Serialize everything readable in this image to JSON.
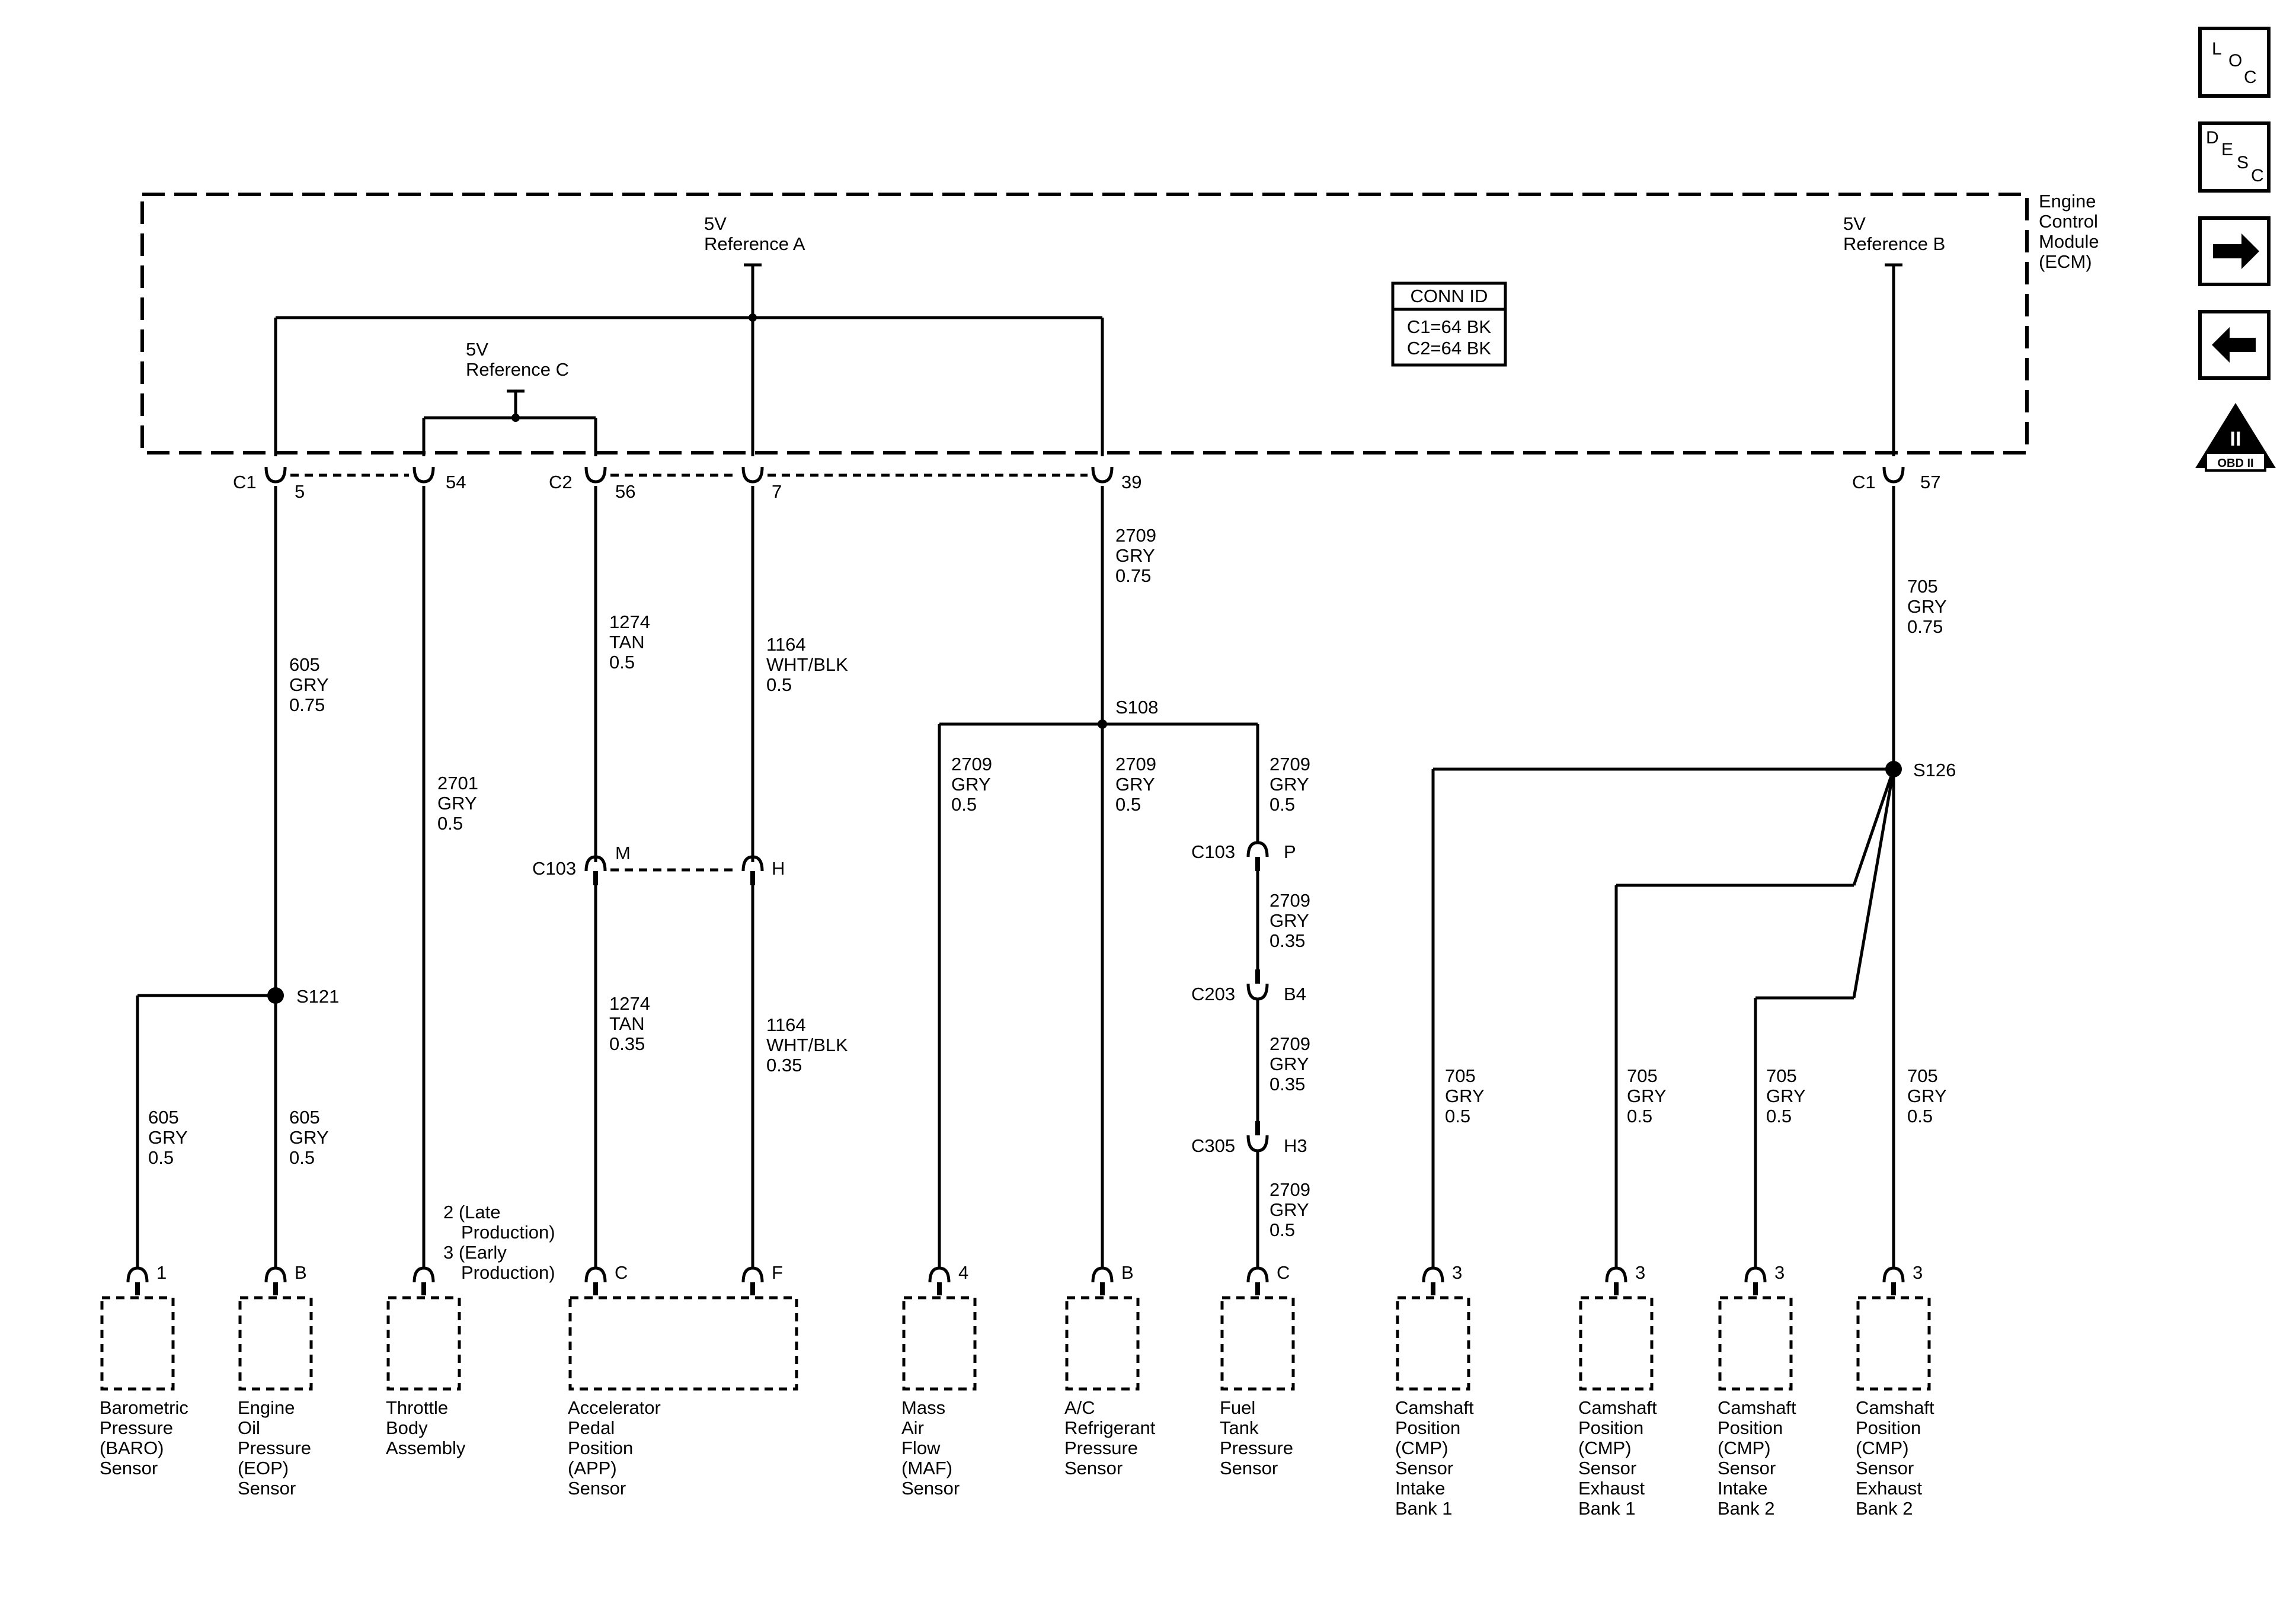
{
  "ecm": {
    "name": [
      "Engine",
      "Control",
      "Module",
      "(ECM)"
    ],
    "ref_a": [
      "5V",
      "Reference A"
    ],
    "ref_b": [
      "5V",
      "Reference B"
    ],
    "ref_c": [
      "5V",
      "Reference C"
    ],
    "conn_id_title": "CONN ID",
    "conn_ids": [
      "C1=64 BK",
      "C2=64 BK"
    ]
  },
  "connectors": {
    "c1": "C1",
    "c2": "C2",
    "c103": "C103",
    "c203": "C203",
    "c305": "C305"
  },
  "pins": {
    "p5": "5",
    "p54": "54",
    "p56": "56",
    "p7": "7",
    "p39": "39",
    "p57": "57",
    "m": "M",
    "h": "H",
    "p": "P",
    "b4": "B4",
    "h3": "H3"
  },
  "splices": {
    "s108": "S108",
    "s121": "S121",
    "s126": "S126"
  },
  "wires": {
    "w605_075": [
      "605",
      "GRY",
      "0.75"
    ],
    "w605_05a": [
      "605",
      "GRY",
      "0.5"
    ],
    "w605_05b": [
      "605",
      "GRY",
      "0.5"
    ],
    "w2701": [
      "2701",
      "GRY",
      "0.5"
    ],
    "w1274_05": [
      "1274",
      "TAN",
      "0.5"
    ],
    "w1274_035": [
      "1274",
      "TAN",
      "0.35"
    ],
    "w1164_05": [
      "1164",
      "WHT/BLK",
      "0.5"
    ],
    "w1164_035": [
      "1164",
      "WHT/BLK",
      "0.35"
    ],
    "w2709_075": [
      "2709",
      "GRY",
      "0.75"
    ],
    "w2709_05a": [
      "2709",
      "GRY",
      "0.5"
    ],
    "w2709_05b": [
      "2709",
      "GRY",
      "0.5"
    ],
    "w2709_05c": [
      "2709",
      "GRY",
      "0.5"
    ],
    "w2709_035a": [
      "2709",
      "GRY",
      "0.35"
    ],
    "w2709_035b": [
      "2709",
      "GRY",
      "0.35"
    ],
    "w2709_05d": [
      "2709",
      "GRY",
      "0.5"
    ],
    "w705_075": [
      "705",
      "GRY",
      "0.75"
    ],
    "w705_a": [
      "705",
      "GRY",
      "0.5"
    ],
    "w705_b": [
      "705",
      "GRY",
      "0.5"
    ],
    "w705_c": [
      "705",
      "GRY",
      "0.5"
    ],
    "w705_d": [
      "705",
      "GRY",
      "0.5"
    ]
  },
  "throttle_pins": [
    "2 (Late",
    "Production)",
    "3 (Early",
    "Production)"
  ],
  "components": [
    {
      "pin": "1",
      "name": [
        "Barometric",
        "Pressure",
        "(BARO)",
        "Sensor"
      ]
    },
    {
      "pin": "B",
      "name": [
        "Engine",
        "Oil",
        "Pressure",
        "(EOP)",
        "Sensor"
      ]
    },
    {
      "pin": "",
      "name": [
        "Throttle",
        "Body",
        "Assembly"
      ]
    },
    {
      "pin": "C",
      "name": [
        "Accelerator",
        "Pedal",
        "Position",
        "(APP)",
        "Sensor"
      ]
    },
    {
      "pin": "F",
      "name": []
    },
    {
      "pin": "4",
      "name": [
        "Mass",
        "Air",
        "Flow",
        "(MAF)",
        "Sensor"
      ]
    },
    {
      "pin": "B",
      "name": [
        "A/C",
        "Refrigerant",
        "Pressure",
        "Sensor"
      ]
    },
    {
      "pin": "C",
      "name": [
        "Fuel",
        "Tank",
        "Pressure",
        "Sensor"
      ]
    },
    {
      "pin": "3",
      "name": [
        "Camshaft",
        "Position",
        "(CMP)",
        "Sensor",
        "Intake",
        "Bank 1"
      ]
    },
    {
      "pin": "3",
      "name": [
        "Camshaft",
        "Position",
        "(CMP)",
        "Sensor",
        "Exhaust",
        "Bank 1"
      ]
    },
    {
      "pin": "3",
      "name": [
        "Camshaft",
        "Position",
        "(CMP)",
        "Sensor",
        "Intake",
        "Bank 2"
      ]
    },
    {
      "pin": "3",
      "name": [
        "Camshaft",
        "Position",
        "(CMP)",
        "Sensor",
        "Exhaust",
        "Bank 2"
      ]
    }
  ],
  "side_icons": {
    "loc": [
      "L",
      "O",
      "C"
    ],
    "desc": [
      "D",
      "E",
      "S",
      "C"
    ],
    "obd": [
      "II",
      "OBD II"
    ]
  }
}
